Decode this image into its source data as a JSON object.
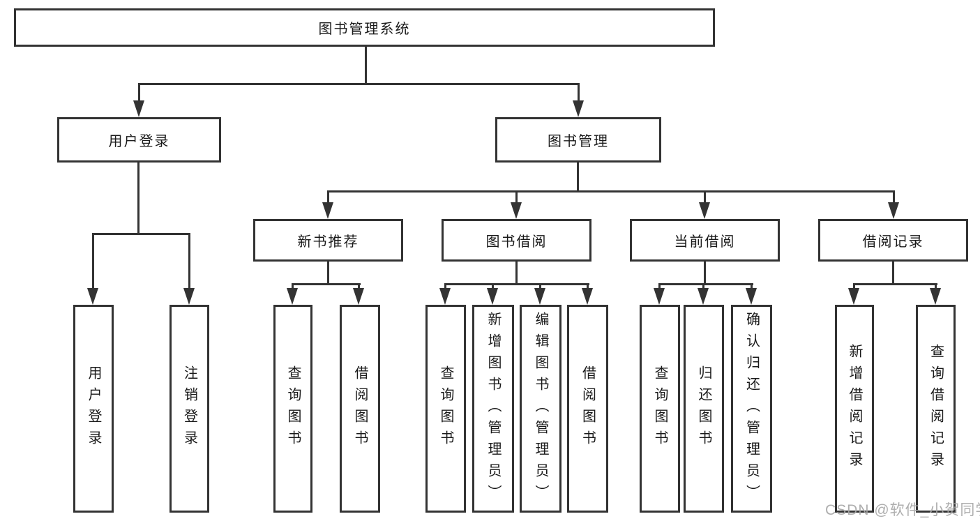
{
  "diagram": {
    "title": "图书管理系统",
    "root": {
      "label": "图书管理系统"
    },
    "level1": [
      {
        "label": "用户登录"
      },
      {
        "label": "图书管理"
      }
    ],
    "level2": [
      {
        "label": "新书推荐"
      },
      {
        "label": "图书借阅"
      },
      {
        "label": "当前借阅"
      },
      {
        "label": "借阅记录"
      }
    ],
    "leaves": {
      "user_login": [
        "用户登录",
        "注销登录"
      ],
      "new_book": [
        "查询图书",
        "借阅图书"
      ],
      "book_borrow": [
        "查询图书",
        "新增图书（管理员）",
        "编辑图书（管理员）",
        "借阅图书"
      ],
      "current_borrow": [
        "查询图书",
        "归还图书",
        "确认归还（管理员）"
      ],
      "borrow_record": [
        "新增借阅记录",
        "查询借阅记录"
      ]
    }
  },
  "watermark": {
    "text": "CSDN @软件_小贺同学"
  },
  "colors": {
    "line": "#333333",
    "text": "#1a1a1a",
    "background": "#ffffff",
    "watermark": "#a8a8a8"
  }
}
